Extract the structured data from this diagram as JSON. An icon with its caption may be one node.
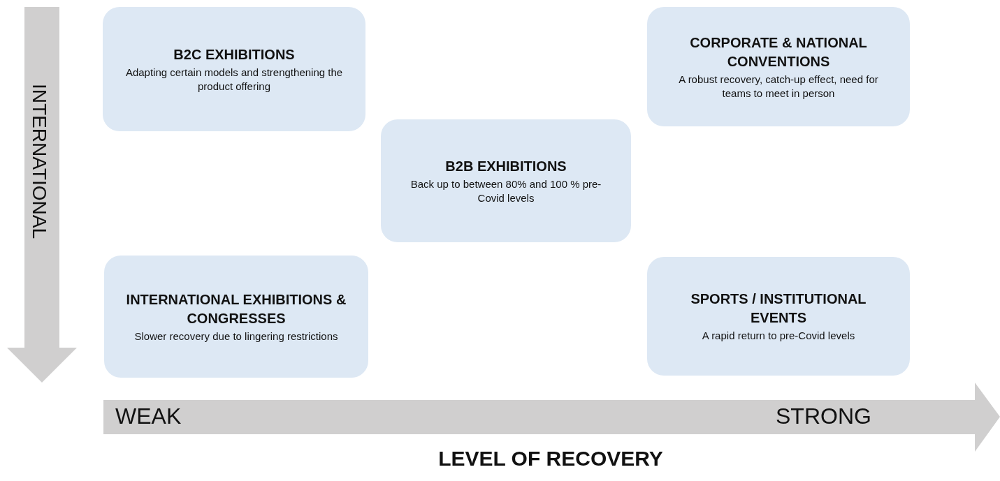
{
  "diagram": {
    "nodes": [
      {
        "text": [
          "B2C EXHIBITIONS",
          "Adapting certain models and strengthening the product offering"
        ]
      },
      {
        "text": [
          "CORPORATE & NATIONAL CONVENTIONS",
          "A robust recovery, catch-up effect, need for teams to meet in person"
        ]
      },
      {
        "text": [
          "B2B EXHIBITIONS",
          "Back up to between 80% and 100 % pre-Covid levels"
        ]
      },
      {
        "text": [
          "INTERNATIONAL EXHIBITIONS & CONGRESSES",
          "Slower recovery due to lingering restrictions"
        ]
      },
      {
        "text": [
          "SPORTS / INSTITUTIONAL EVENTS",
          "A rapid return to pre-Covid levels"
        ]
      }
    ],
    "labels": [
      "INTERNATIONAL",
      "WEAK",
      "STRONG",
      "LEVEL OF RECOVERY"
    ]
  }
}
